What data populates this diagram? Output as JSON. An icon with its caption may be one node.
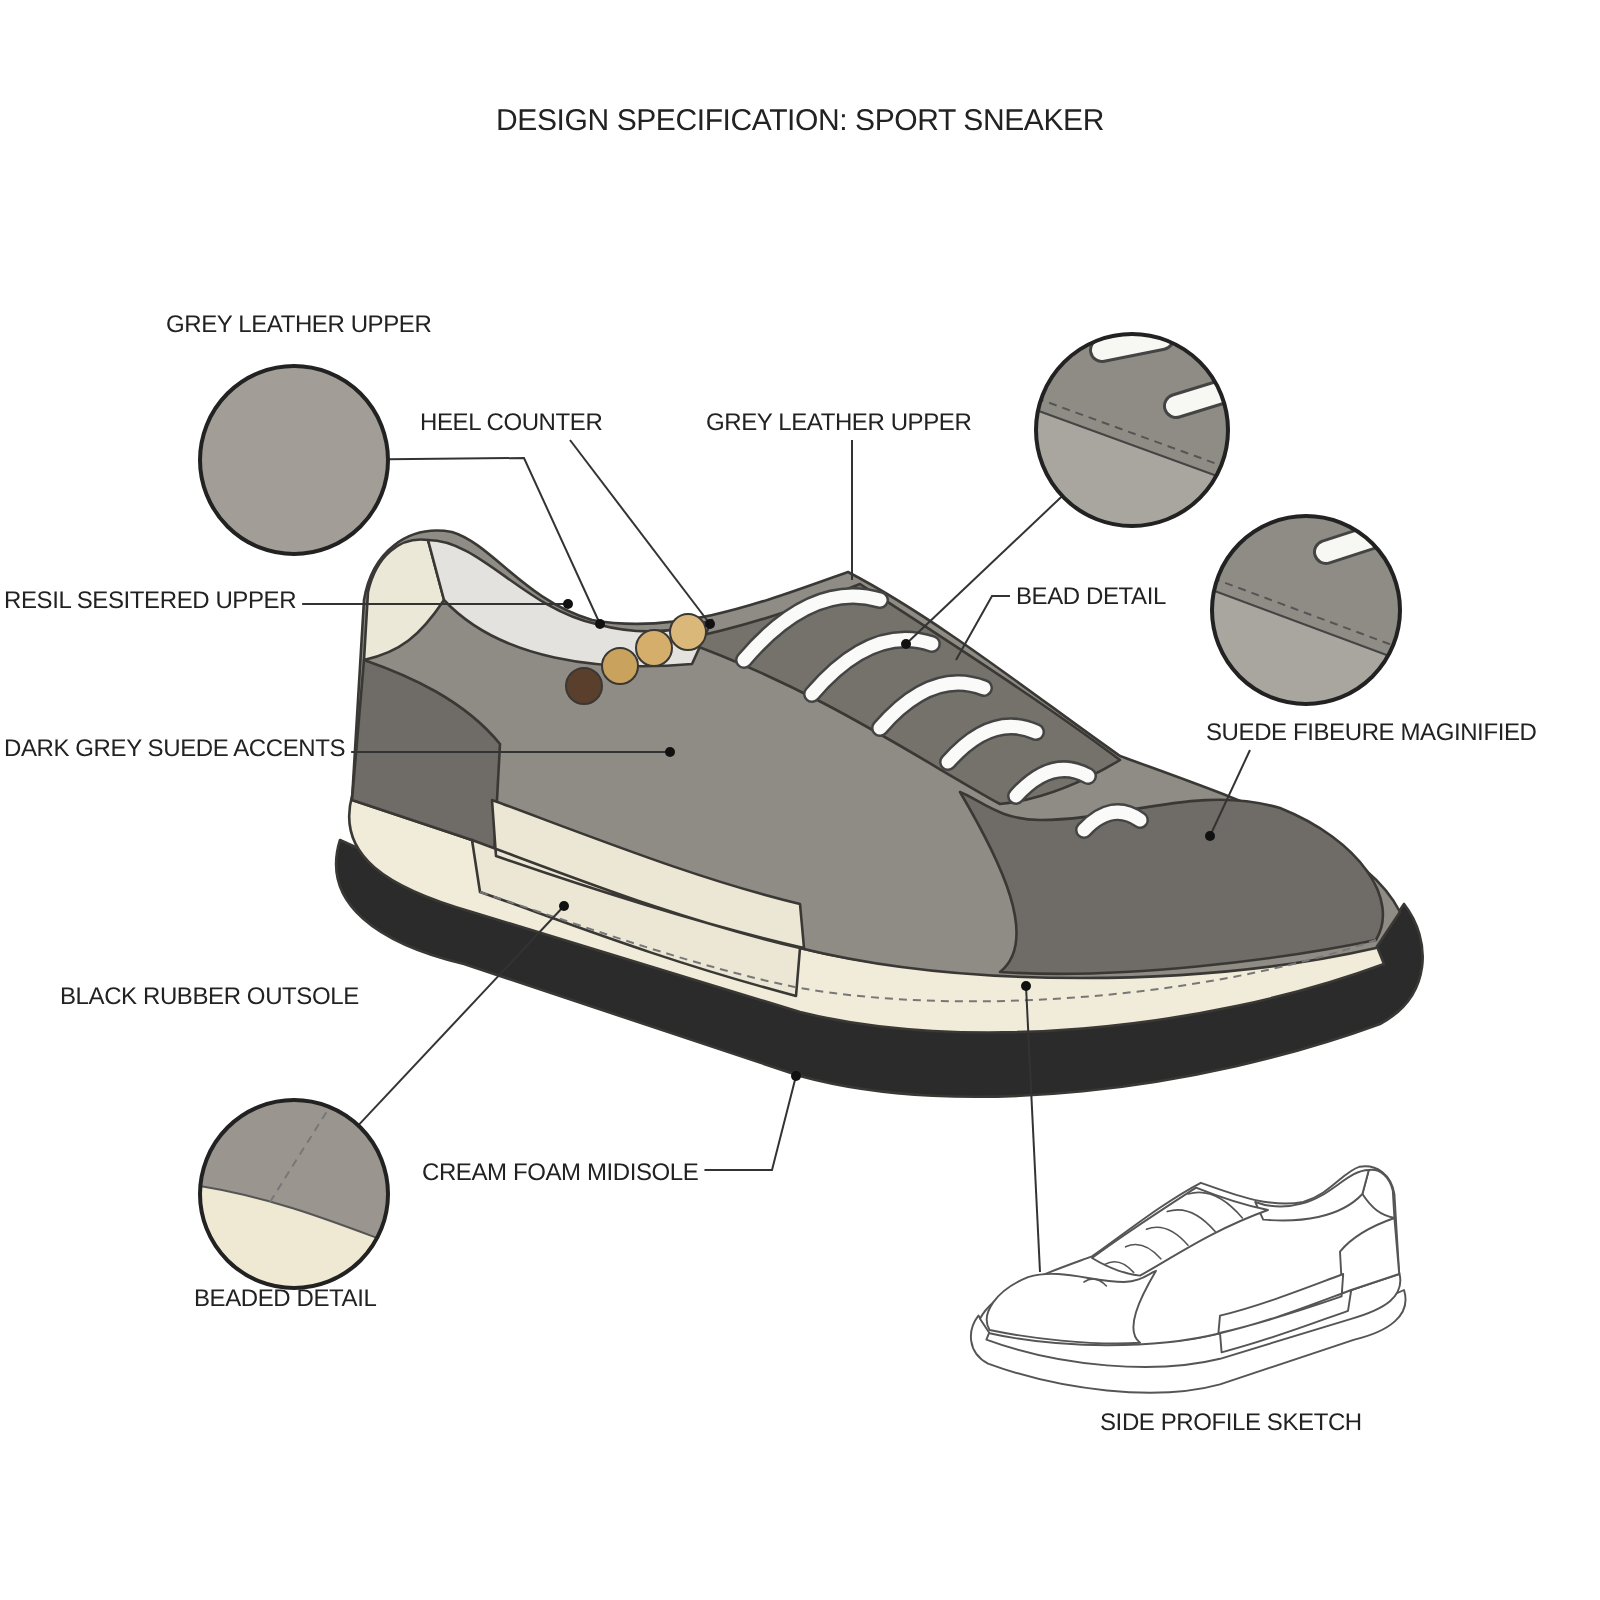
{
  "diagram": {
    "title": "DESIGN SPECIFICATION: SPORT SNEAKER",
    "nodes": [
      {
        "text": [
          "GREY LEATHER UPPER"
        ]
      },
      {
        "text": [
          "HEEL COUNTER"
        ]
      },
      {
        "text": [
          "GREY LEATHER UPPER"
        ]
      },
      {
        "text": [],
        "shape": "circle"
      },
      {
        "text": [
          "RESIL SESITERED UPPER"
        ]
      },
      {
        "text": [
          "BEAD DETAIL"
        ]
      },
      {
        "text": [],
        "shape": "circle"
      },
      {
        "text": [
          "DARK GREY SUEDE ACCENTS"
        ]
      },
      {
        "text": [
          "SUEDE FIBEURE MAGINIFIED"
        ]
      },
      {
        "text": [
          "BEADED DETAIL"
        ]
      },
      {
        "text": [
          "CREAM FOAM MIDISOLE"
        ]
      },
      {
        "text": [
          "SIDE PROFILE SKETCH"
        ]
      }
    ],
    "edges": [
      {
        "from": 0,
        "to": null,
        "arrow": "other"
      },
      {
        "from": 1,
        "to": null,
        "arrow": "other"
      },
      {
        "from": 2,
        "to": null,
        "arrow": "none"
      },
      {
        "from": 3,
        "to": null,
        "arrow": "other"
      },
      {
        "from": 4,
        "to": null,
        "arrow": "other"
      },
      {
        "from": 5,
        "to": null,
        "arrow": "none"
      },
      {
        "from": 7,
        "to": null,
        "arrow": "other"
      },
      {
        "from": 8,
        "to": null,
        "arrow": "other"
      },
      {
        "from": 9,
        "to": null,
        "arrow": "other"
      },
      {
        "from": 10,
        "to": null,
        "arrow": "other"
      },
      {
        "from": 11,
        "to": null,
        "arrow": "other"
      }
    ],
    "labels": [
      "BLACK RUBBER OUTSOLE"
    ]
  }
}
